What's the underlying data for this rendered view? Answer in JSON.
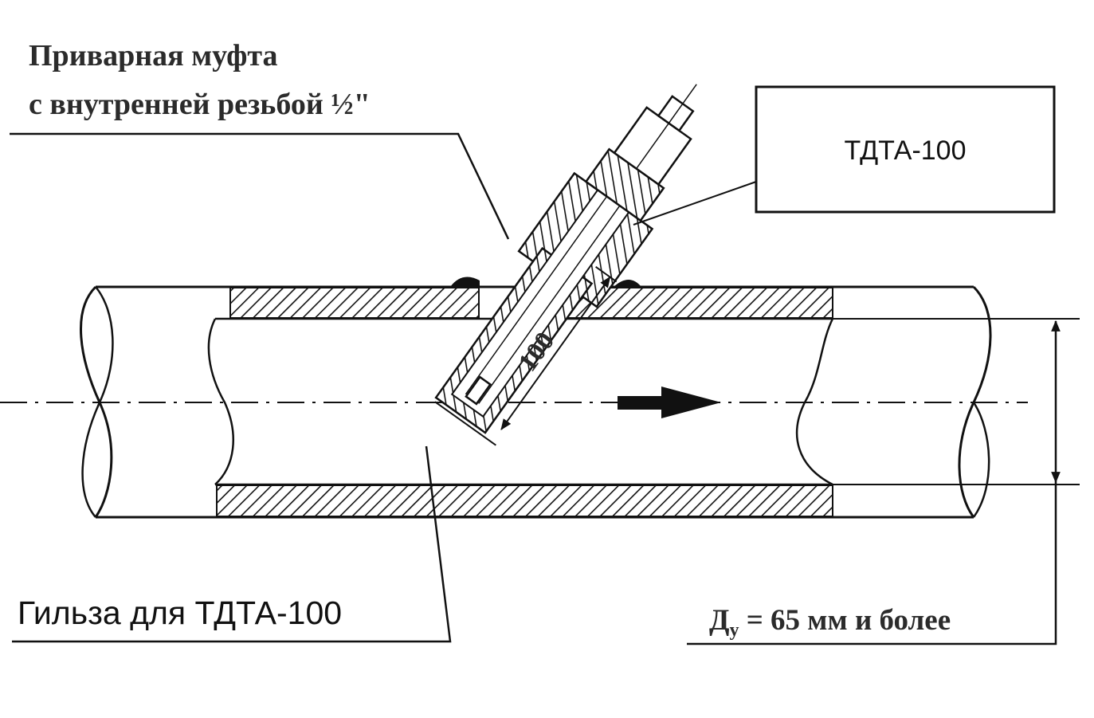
{
  "labels": {
    "coupling_line1": "Приварная муфта",
    "coupling_line2": "с внутренней резьбой ½\"",
    "sensor_box": "ТДТА-100",
    "sleeve": "Гильза для ТДТА-100",
    "insertion_dim": "100",
    "diameter_prefix": "Д",
    "diameter_subscript": "у",
    "diameter_rest": " = 65 мм и более"
  },
  "colors": {
    "ink": "#111111",
    "label_text": "#2b2b2b",
    "background": "#ffffff"
  },
  "icons": {
    "flow_arrow": "flow-direction-arrow"
  }
}
